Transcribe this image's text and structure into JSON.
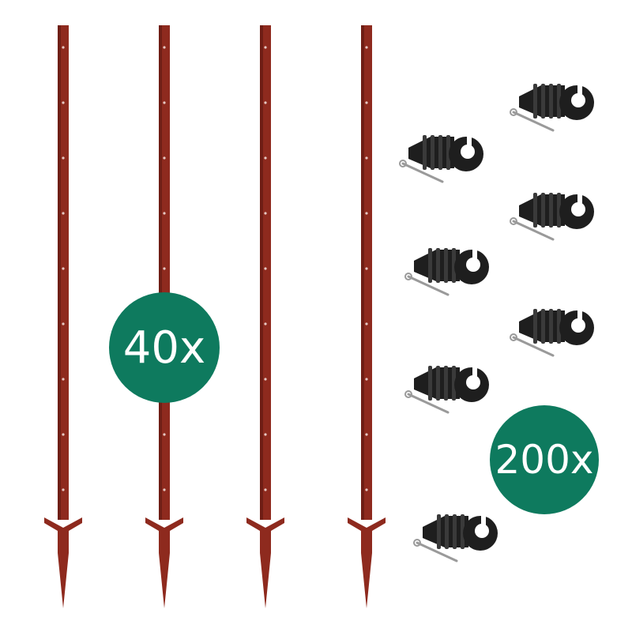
{
  "colors": {
    "post": "#8e2a1e",
    "post_shade": "#6f1e15",
    "badge": "#0e7a5e",
    "insulator": "#1e1e1e"
  },
  "posts": {
    "count_label": "40x",
    "items": [
      1,
      2,
      3,
      4
    ]
  },
  "insulators": {
    "count_label": "200x",
    "items": [
      1,
      2,
      3,
      4,
      5,
      6,
      7
    ]
  }
}
